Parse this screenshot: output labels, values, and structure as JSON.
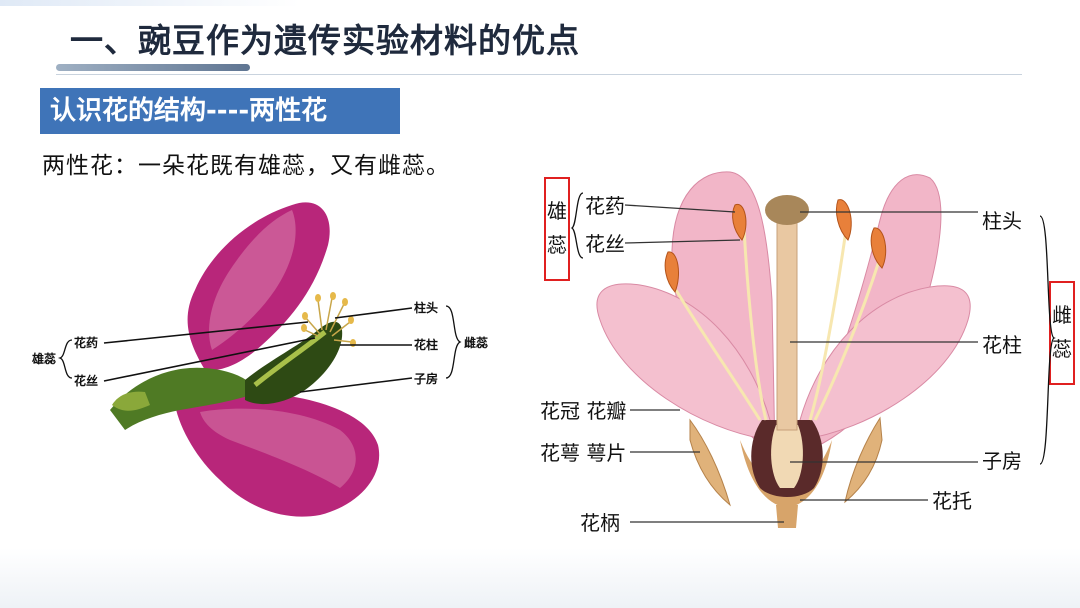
{
  "title": "一、豌豆作为遗传实验材料的优点",
  "section_tag": "认识花的结构----两性花",
  "definition": "两性花：一朵花既有雄蕊，又有雌蕊。",
  "left_diagram": {
    "stamen_group": "雄蕊",
    "anther": "花药",
    "filament": "花丝",
    "stigma": "柱头",
    "style": "花柱",
    "ovary": "子房",
    "pistil_group": "雌蕊"
  },
  "right_diagram": {
    "stamen_group_chars": [
      "雄",
      "蕊"
    ],
    "anther": "花药",
    "filament": "花丝",
    "stigma": "柱头",
    "style": "花柱",
    "pistil_group_chars": [
      "雌",
      "蕊"
    ],
    "corolla_petal": "花冠 花瓣",
    "calyx_sepal": "花萼 萼片",
    "ovary": "子房",
    "receptacle": "花托",
    "pedicel": "花柄"
  },
  "colors": {
    "accent": "#3f74b8",
    "left_petal": "#b8267a",
    "right_petal": "#f2b6c8",
    "highlight_box": "#e02020"
  }
}
